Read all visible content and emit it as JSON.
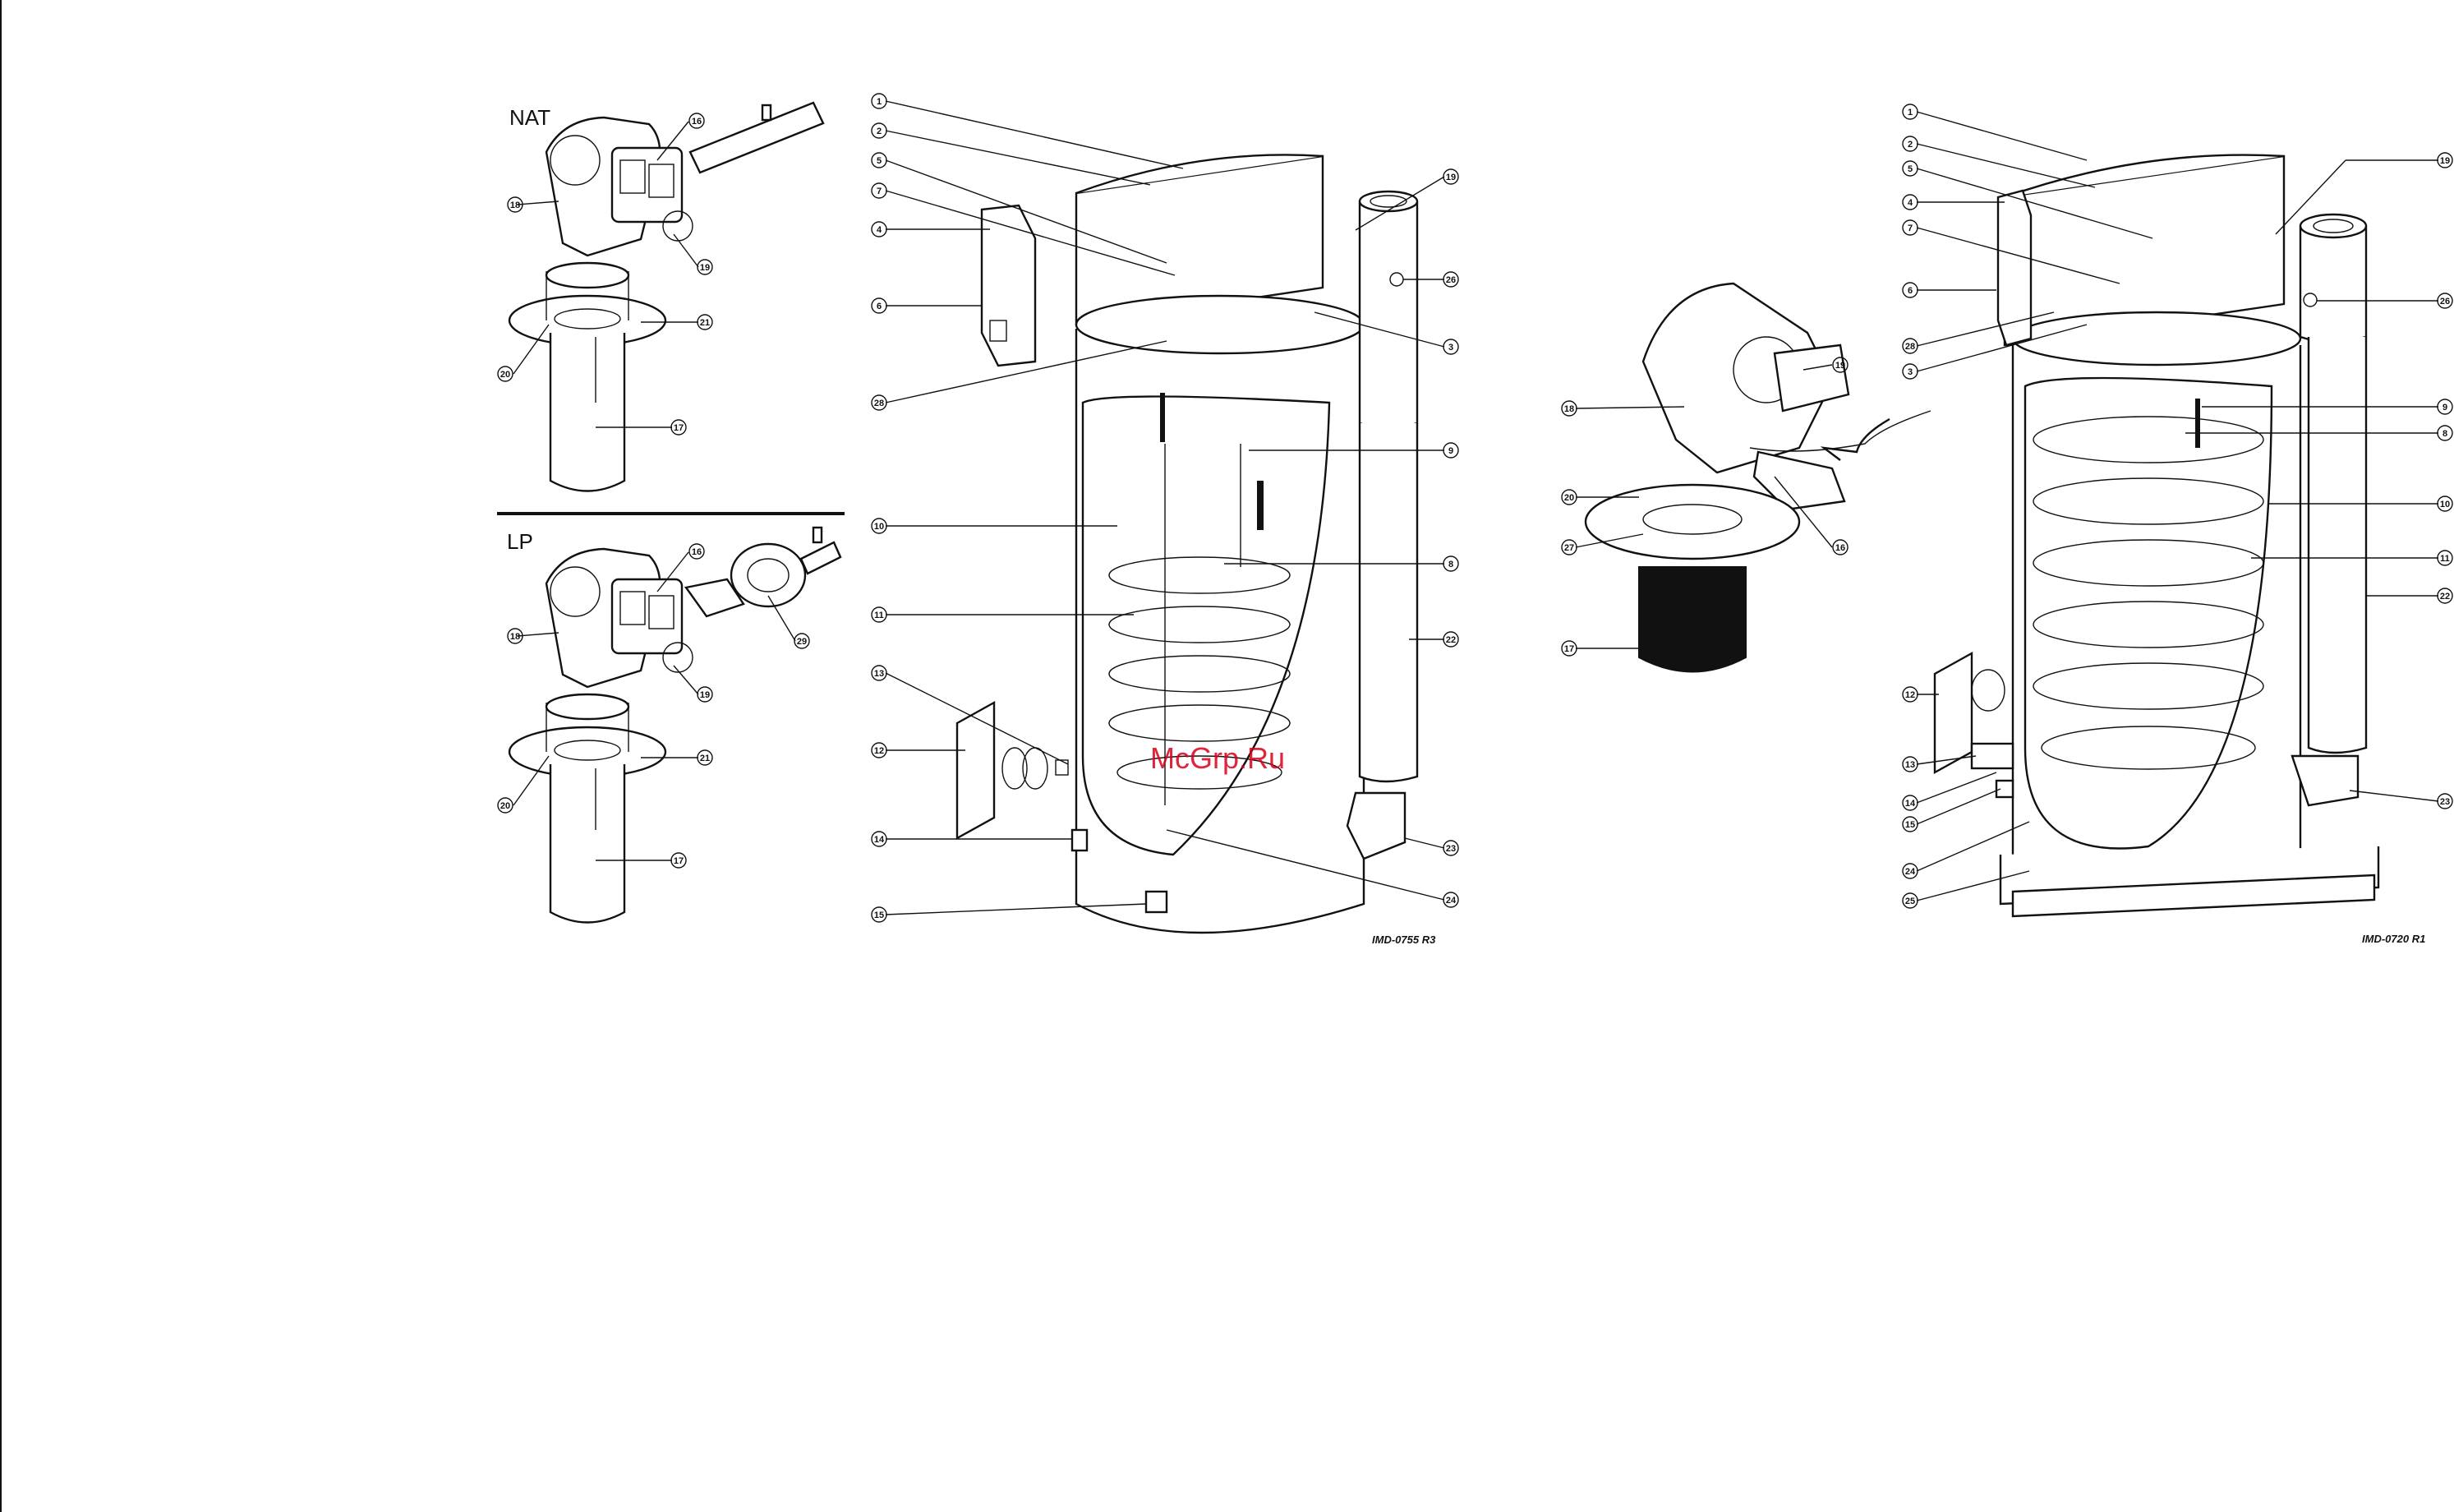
{
  "left_panel": {
    "nat_title": "NAT",
    "lp_title": "LP",
    "nat_callouts": [
      "16",
      "18",
      "19",
      "21",
      "20",
      "17"
    ],
    "lp_callouts": [
      "16",
      "18",
      "19",
      "29",
      "21",
      "20",
      "17"
    ]
  },
  "middle_diagram": {
    "callouts_left": [
      "1",
      "2",
      "5",
      "7",
      "4",
      "6",
      "28",
      "10",
      "11",
      "13",
      "12",
      "14",
      "15"
    ],
    "callouts_right": [
      "19",
      "26",
      "3",
      "9",
      "8",
      "22",
      "23",
      "24"
    ],
    "reference": "IMD-0755 R3"
  },
  "right_diagram": {
    "burner_callouts": [
      "18",
      "20",
      "27",
      "17",
      "19",
      "16"
    ],
    "callouts_left": [
      "1",
      "2",
      "5",
      "4",
      "7",
      "6",
      "28",
      "3",
      "12",
      "13",
      "14",
      "15",
      "24",
      "25"
    ],
    "callouts_right": [
      "19",
      "26",
      "9",
      "8",
      "10",
      "11",
      "22",
      "23"
    ],
    "reference": "IMD-0720 R1"
  },
  "watermark": "McGrp.Ru"
}
